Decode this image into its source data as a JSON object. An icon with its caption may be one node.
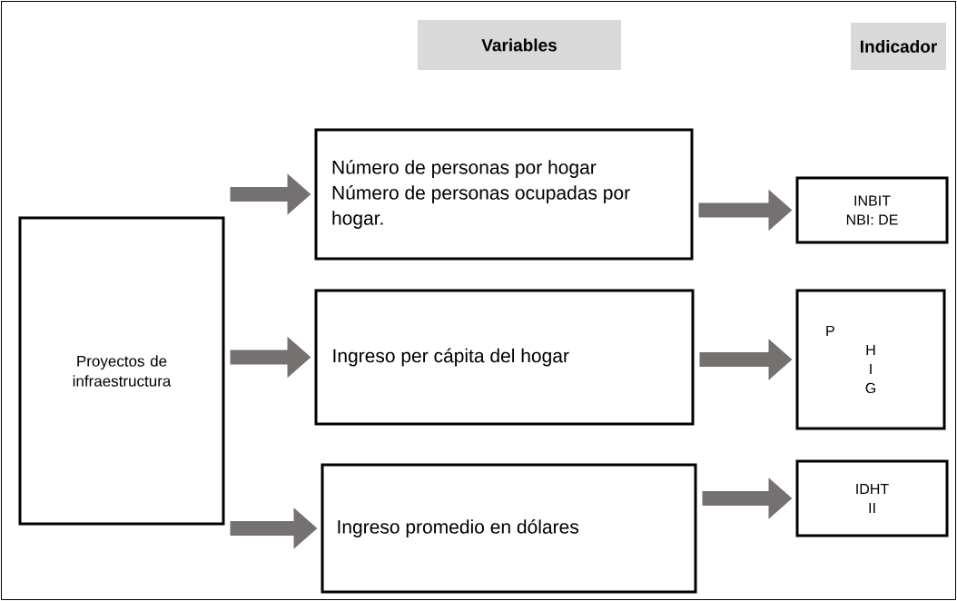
{
  "diagram": {
    "nodes": [
      {
        "text": [
          "Variables"
        ]
      },
      {
        "text": [
          "Indicador"
        ]
      },
      {
        "text": [
          "Proyectos de infraestructura"
        ]
      },
      {
        "text": [
          "Número de personas por hogar",
          "Número de personas ocupadas por hogar."
        ]
      },
      {
        "text": [
          "Ingreso per cápita del hogar"
        ]
      },
      {
        "text": [
          "Ingreso promedio en dólares"
        ]
      },
      {
        "text": [
          "INBIT",
          "NBI: DE"
        ]
      },
      {
        "text": [
          "P",
          "H",
          "I",
          "G"
        ]
      },
      {
        "text": [
          "IDHT",
          "II"
        ]
      }
    ],
    "edges": [
      {
        "from": 2,
        "to": 3,
        "arrow": "to"
      },
      {
        "from": 2,
        "to": 4,
        "arrow": "to"
      },
      {
        "from": 2,
        "to": 5,
        "arrow": "to"
      },
      {
        "from": 3,
        "to": 6,
        "arrow": "to"
      },
      {
        "from": 4,
        "to": 7,
        "arrow": "to"
      },
      {
        "from": 5,
        "to": 8,
        "arrow": "to"
      }
    ]
  }
}
